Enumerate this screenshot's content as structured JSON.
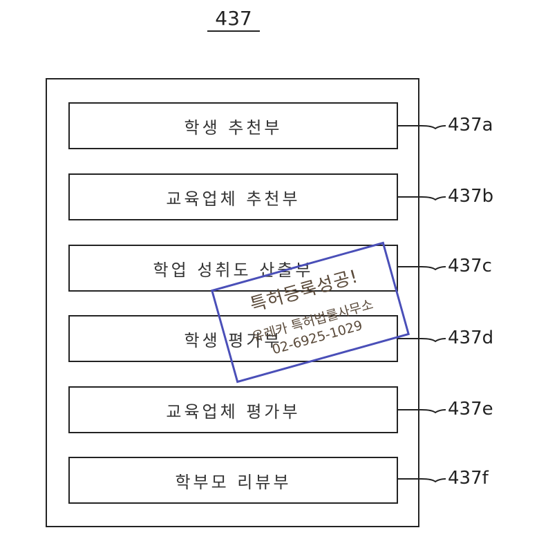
{
  "title": "437",
  "modules": [
    {
      "label": "학생 추천부",
      "ref": "437a"
    },
    {
      "label": "교육업체 추천부",
      "ref": "437b"
    },
    {
      "label": "학업 성취도 산출부",
      "ref": "437c"
    },
    {
      "label": "학생 평가부",
      "ref": "437d"
    },
    {
      "label": "교육업체 평가부",
      "ref": "437e"
    },
    {
      "label": "학부모 리뷰부",
      "ref": "437f"
    }
  ],
  "stamp": {
    "headline": "특허등록성공!",
    "firm": "유레카 특허법률사무소",
    "phone": "02-6925-1029",
    "color": "#4a4fb8"
  }
}
